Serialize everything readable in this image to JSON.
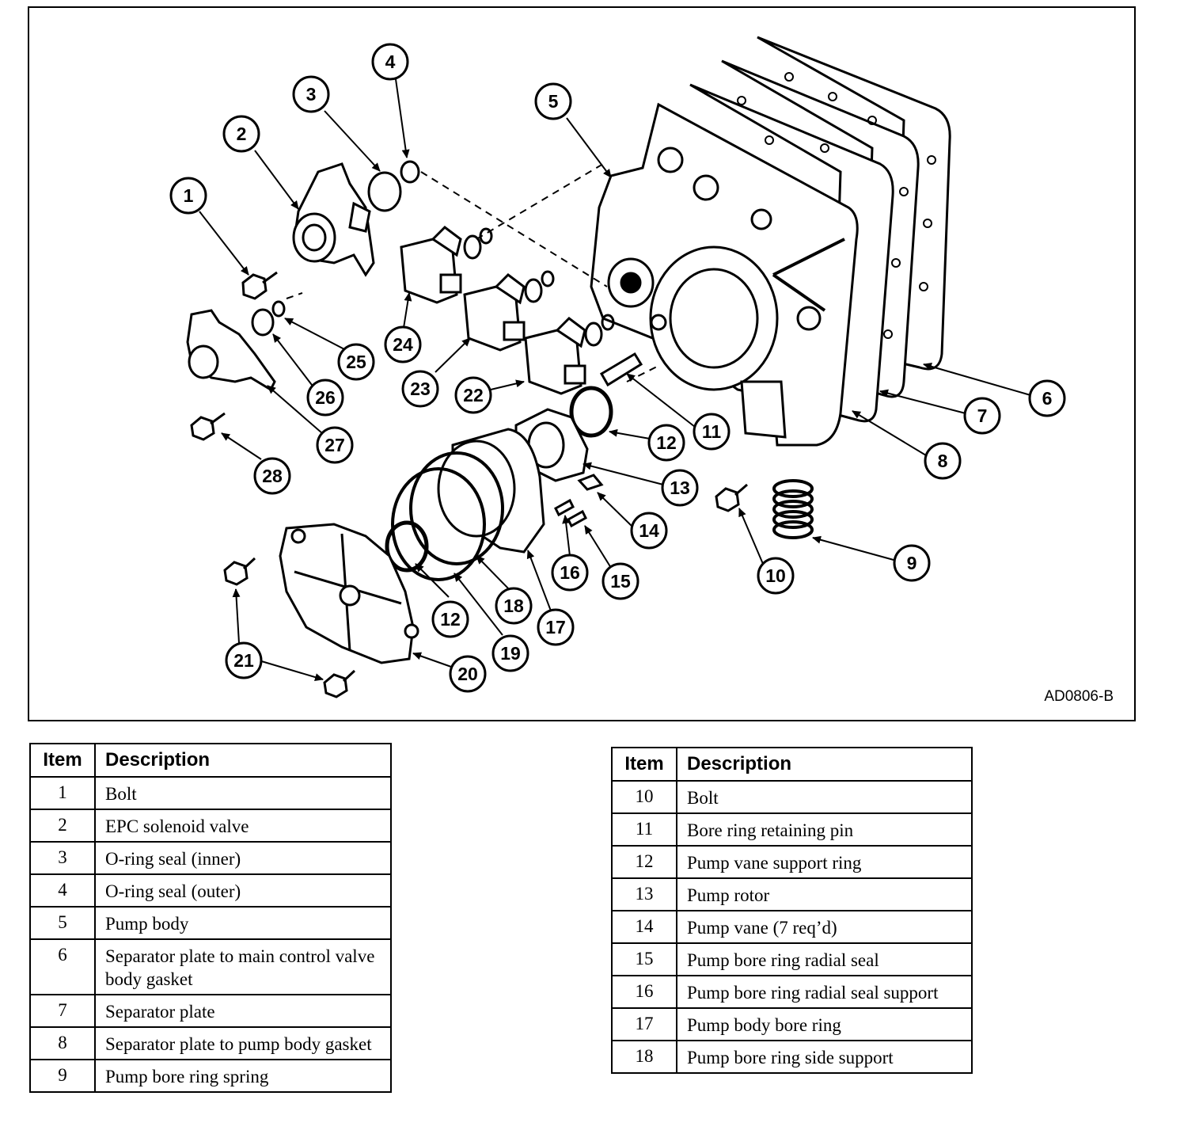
{
  "figure": {
    "code": "AD0806-B",
    "callouts": [
      "1",
      "2",
      "3",
      "4",
      "5",
      "6",
      "7",
      "8",
      "9",
      "10",
      "11",
      "12",
      "13",
      "14",
      "15",
      "16",
      "17",
      "18",
      "19",
      "20",
      "21",
      "22",
      "23",
      "24",
      "25",
      "26",
      "27",
      "28",
      "12"
    ]
  },
  "legend_left": {
    "header_item": "Item",
    "header_desc": "Description",
    "rows": [
      {
        "item": "1",
        "desc": "Bolt"
      },
      {
        "item": "2",
        "desc": "EPC solenoid valve"
      },
      {
        "item": "3",
        "desc": "O-ring seal (inner)"
      },
      {
        "item": "4",
        "desc": "O-ring seal (outer)"
      },
      {
        "item": "5",
        "desc": "Pump body"
      },
      {
        "item": "6",
        "desc": "Separator plate to main control valve body gasket"
      },
      {
        "item": "7",
        "desc": "Separator plate"
      },
      {
        "item": "8",
        "desc": "Separator plate to pump body gasket"
      },
      {
        "item": "9",
        "desc": "Pump bore ring spring"
      }
    ]
  },
  "legend_right": {
    "header_item": "Item",
    "header_desc": "Description",
    "rows": [
      {
        "item": "10",
        "desc": "Bolt"
      },
      {
        "item": "11",
        "desc": "Bore ring retaining pin"
      },
      {
        "item": "12",
        "desc": "Pump vane support ring"
      },
      {
        "item": "13",
        "desc": "Pump rotor"
      },
      {
        "item": "14",
        "desc": "Pump vane (7 req’d)"
      },
      {
        "item": "15",
        "desc": "Pump bore ring radial seal"
      },
      {
        "item": "16",
        "desc": "Pump bore ring radial seal support"
      },
      {
        "item": "17",
        "desc": "Pump body bore ring"
      },
      {
        "item": "18",
        "desc": "Pump bore ring side support"
      }
    ]
  }
}
